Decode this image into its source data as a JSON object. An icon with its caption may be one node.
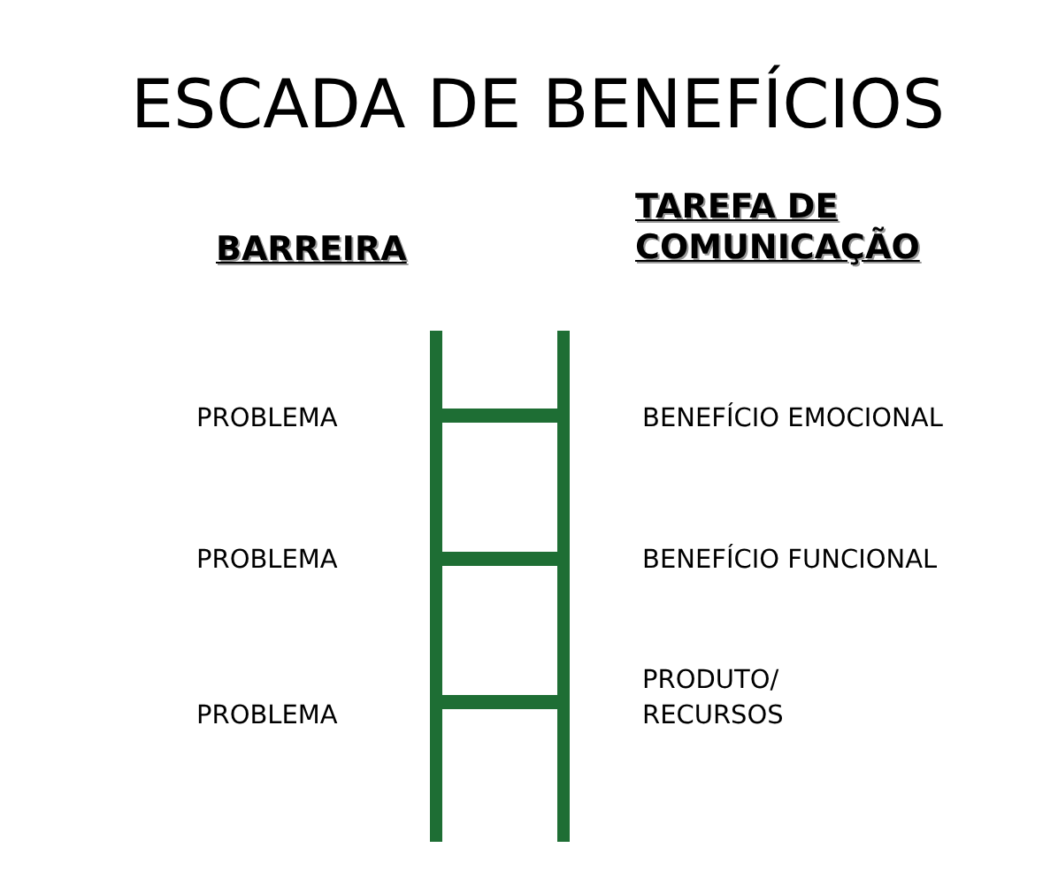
{
  "diagram": {
    "title": "ESCADA DE BENEFÍCIOS",
    "labels": [
      "BARREIRA",
      "TAREFA DE COMUNICAÇÃO",
      "PROBLEMA",
      "BENEFÍCIO EMOCIONAL",
      "PROBLEMA",
      "BENEFÍCIO FUNCIONAL",
      "PROBLEMA",
      "PRODUTO/ RECURSOS"
    ]
  }
}
